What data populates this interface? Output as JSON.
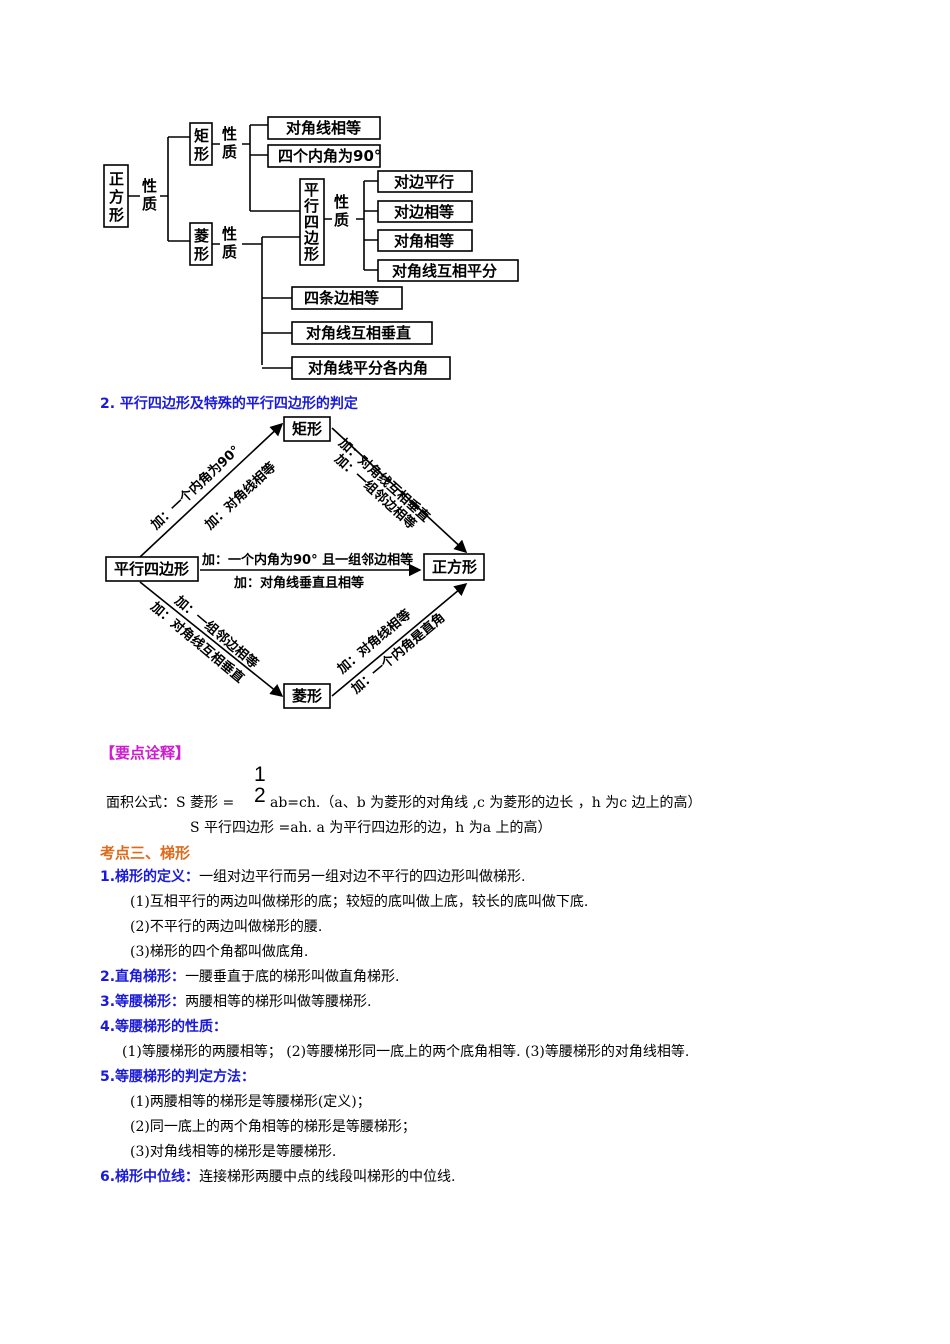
{
  "tree": {
    "root": [
      "正",
      "方",
      "形"
    ],
    "root_prop": [
      "性",
      "质"
    ],
    "rect": [
      "矩",
      "形"
    ],
    "rect_prop": [
      "性",
      "质"
    ],
    "rhombus": [
      "菱",
      "形"
    ],
    "rhombus_prop": [
      "性",
      "质"
    ],
    "para": [
      "平",
      "行",
      "四",
      "边",
      "形"
    ],
    "para_prop": [
      "性",
      "质"
    ],
    "rect_items": [
      "对角线相等",
      "四个内角为90°"
    ],
    "para_items": [
      "对边平行",
      "对边相等",
      "对角相等",
      "对角线互相平分"
    ],
    "rhombus_items": [
      "四条边相等",
      "对角线互相垂直",
      "对角线平分各内角"
    ]
  },
  "section2_title": "2.  平行四边形及特殊的平行四边形的判定",
  "diagram2": {
    "para": "平行四边形",
    "rect": "矩形",
    "rhombus": "菱形",
    "square": "正方形",
    "p2r_1": "加：一个内角为90°",
    "p2r_2": "加：对角线相等",
    "r2s_1": "加：对角线互相垂直",
    "r2s_2": "加：一组邻边相等",
    "p2s_1": "加：一个内角为90° 且一组邻边相等",
    "p2s_2": "加：对角线垂直且相等",
    "p2h_1": "加：一组邻边相等",
    "p2h_2": "加：对角线互相垂直",
    "h2s_1": "加：对角线相等",
    "h2s_2": "加：一个内角是直角"
  },
  "notes_title": "【要点诠释】",
  "area": {
    "label": "面积公式：S 菱形 =",
    "frac_num": "1",
    "frac_den": "2",
    "rest": "ab=ch.（a、b 为菱形的对角线 ,c 为菱形的边长 ，h 为c 边上的高）",
    "line2": "S 平行四边形 =ah. a 为平行四边形的边，h 为a 上的高）"
  },
  "kd3": "考点三、梯形",
  "items": [
    {
      "h": "1.梯形的定义：",
      "t": "一组对边平行而另一组对边不平行的四边形叫做梯形."
    },
    {
      "h": "",
      "t": "(1)互相平行的两边叫做梯形的底；较短的底叫做上底，较长的底叫做下底."
    },
    {
      "h": "",
      "t": "(2)不平行的两边叫做梯形的腰."
    },
    {
      "h": "",
      "t": "(3)梯形的四个角都叫做底角."
    },
    {
      "h": "2.直角梯形：",
      "t": "一腰垂直于底的梯形叫做直角梯形."
    },
    {
      "h": "3.等腰梯形：",
      "t": "两腰相等的梯形叫做等腰梯形."
    },
    {
      "h": "4.等腰梯形的性质：",
      "t": ""
    },
    {
      "h": "",
      "t": "(1)等腰梯形的两腰相等；  (2)等腰梯形同一底上的两个底角相等.  (3)等腰梯形的对角线相等."
    },
    {
      "h": "5.等腰梯形的判定方法：",
      "t": ""
    },
    {
      "h": "",
      "t": "(1)两腰相等的梯形是等腰梯形(定义)；"
    },
    {
      "h": "",
      "t": "(2)同一底上的两个角相等的梯形是等腰梯形；"
    },
    {
      "h": "",
      "t": "(3)对角线相等的梯形是等腰梯形."
    },
    {
      "h": "6.梯形中位线：",
      "t": "连接梯形两腰中点的线段叫梯形的中位线."
    }
  ]
}
